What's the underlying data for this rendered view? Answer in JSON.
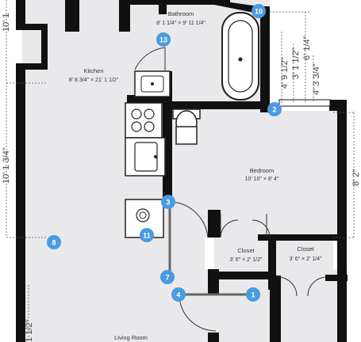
{
  "colors": {
    "floor": "#e9e9ec",
    "wall": "#111111",
    "marker": "#4a9be0",
    "dimension_line": "#555555"
  },
  "rooms": {
    "bathroom": {
      "title": "Bathroom",
      "size": "8' 1 1/4\" × 9' 11 1/4\""
    },
    "kitchen": {
      "title": "Kitchen",
      "size": "8' 8 3/4\" × 21' 1 1/2\""
    },
    "bedroom": {
      "title": "Bedroom",
      "size": "10' 10\" × 8' 4\""
    },
    "closet_left": {
      "title": "Closet",
      "size": "3' 6\" × 2' 1/2\""
    },
    "closet_right": {
      "title": "Closet",
      "size": "3' 6\" × 2' 1/4\""
    },
    "living_room": {
      "title": "Living Room"
    }
  },
  "dimensions": {
    "left_top": "10' 1",
    "left_middle": "10' 1 3/4\"",
    "left_bottom": "1 1/2\"",
    "right_bedroom": "8' 2\"",
    "bath_a": "4' 9 1/2\"",
    "bath_b": "3' 1 1/2\"",
    "bath_c": "6' 1/4\"",
    "bath_d": "4' 3 3/4\""
  },
  "markers": [
    "10",
    "13",
    "2",
    "3",
    "11",
    "8",
    "7",
    "4",
    "1"
  ],
  "icons": [
    "sink-icon",
    "stove-icon",
    "toilet-icon",
    "bathtub-icon",
    "washer-icon",
    "kitchen-sink-icon"
  ]
}
